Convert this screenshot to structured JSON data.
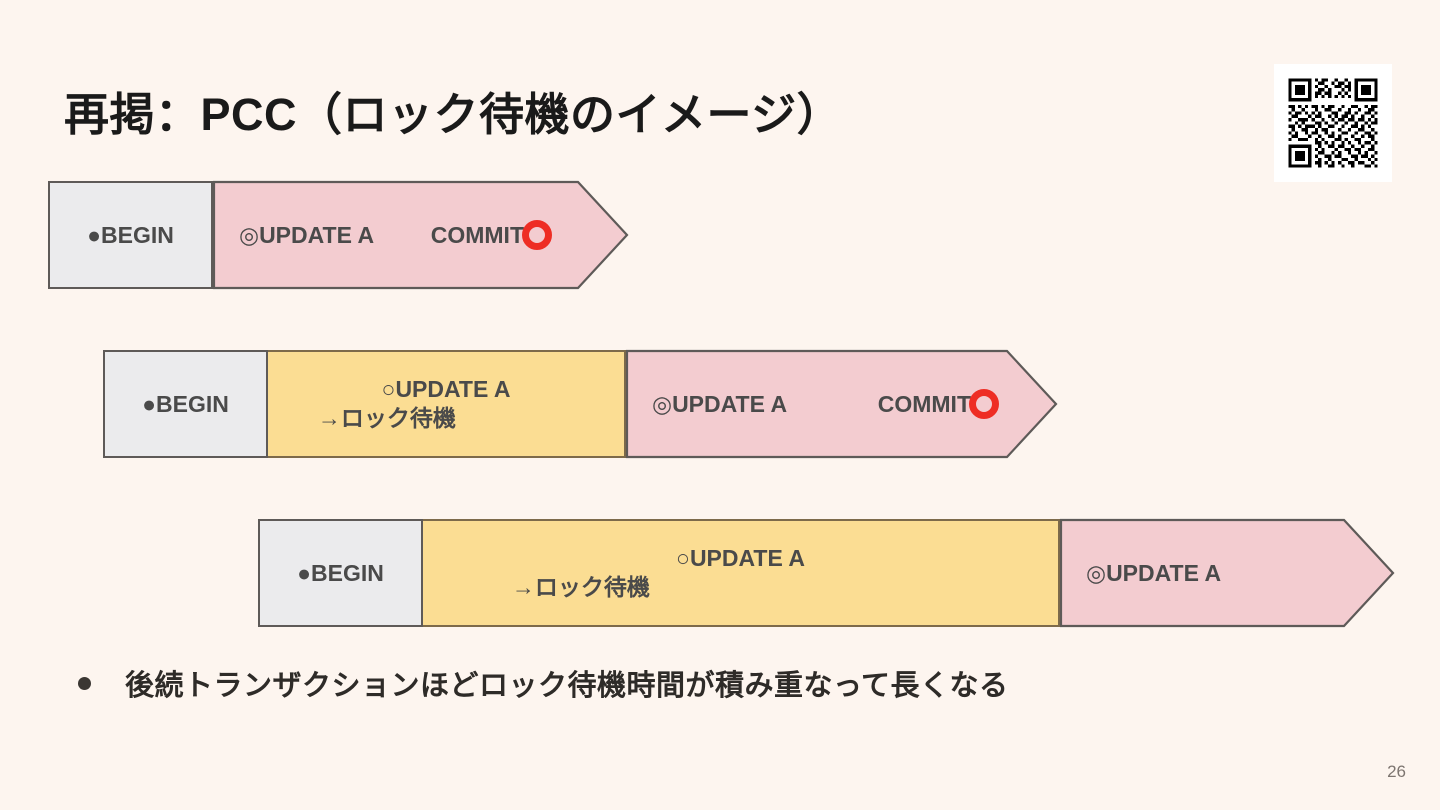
{
  "slide": {
    "title": "再掲：PCC（ロック待機のイメージ）",
    "page_number": "26",
    "background_color": "#fdf5ef"
  },
  "qr": {
    "name": "qr-code",
    "background_color": "#ffffff"
  },
  "colors": {
    "begin_fill": "#ebebed",
    "begin_border": "#5e5a58",
    "wait_fill": "#fbdd93",
    "wait_border": "#7d6a4a",
    "exec_fill": "#f3ccd0",
    "exec_border": "#5e5a58",
    "commit_ring": "#ee2d24",
    "text": "#4a4a4a"
  },
  "glyphs": {
    "begin_marker": "●",
    "update_executing_marker": "◎",
    "update_waiting_marker": "○",
    "arrow_marker": "→"
  },
  "bars": [
    {
      "id": "txn-1",
      "segments": [
        {
          "kind": "begin",
          "label": "●BEGIN"
        },
        {
          "kind": "exec",
          "label_left": "◎UPDATE A",
          "label_right": "COMMIT",
          "has_commit_ring": true
        }
      ]
    },
    {
      "id": "txn-2",
      "segments": [
        {
          "kind": "begin",
          "label": "●BEGIN"
        },
        {
          "kind": "wait",
          "line1": "○UPDATE A",
          "line2": "→ロック待機"
        },
        {
          "kind": "exec",
          "label_left": "◎UPDATE A",
          "label_right": "COMMIT",
          "has_commit_ring": true
        }
      ]
    },
    {
      "id": "txn-3",
      "segments": [
        {
          "kind": "begin",
          "label": "●BEGIN"
        },
        {
          "kind": "wait",
          "line1": "○UPDATE A",
          "line2": "→ロック待機"
        },
        {
          "kind": "exec",
          "label_left": "◎UPDATE A",
          "label_right": "",
          "has_commit_ring": false
        }
      ]
    }
  ],
  "bullet": {
    "marker": "●",
    "text": "後続トランザクションほどロック待機時間が積み重なって長くなる"
  }
}
